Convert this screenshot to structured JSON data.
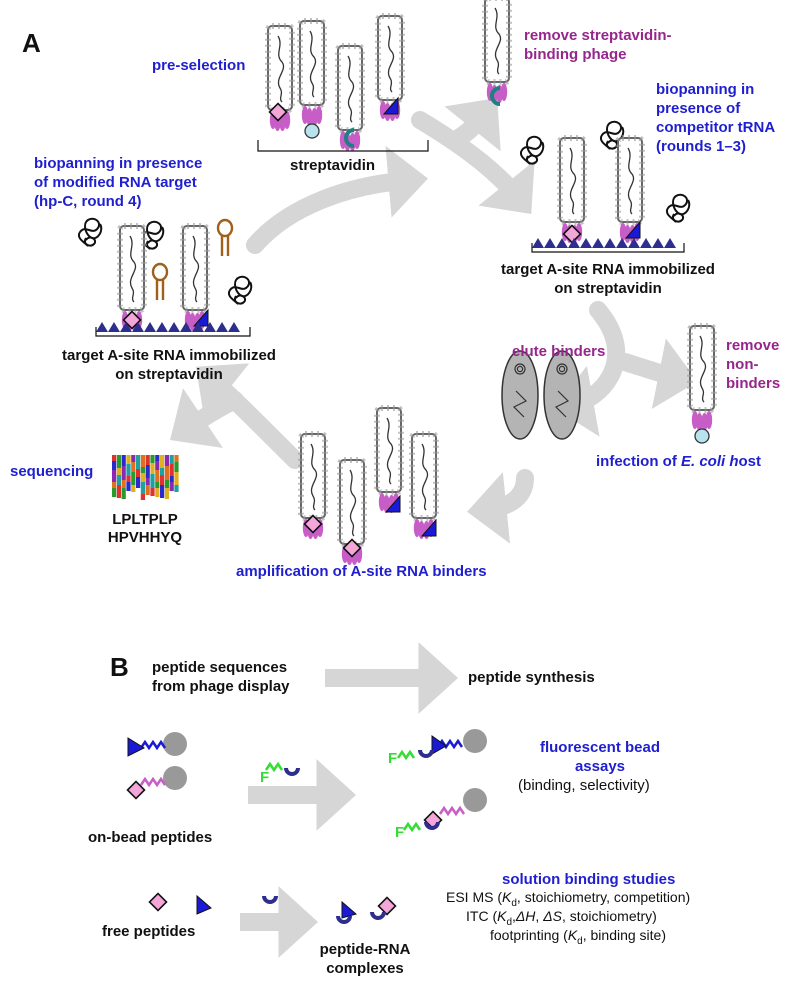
{
  "panels": {
    "a": "A",
    "b": "B"
  },
  "labels": {
    "pre_selection": "pre-selection",
    "streptavidin": "streptavidin",
    "remove_streptavidin": "remove streptavidin-\nbinding phage",
    "biopanning_competitor": "biopanning in\npresence of\ncompetitor tRNA\n(rounds 1–3)",
    "biopanning_modified": "biopanning in presence\nof modified RNA target\n(hp-C, round 4)",
    "target_immobilized_left": "target A-site RNA immobilized\non streptavidin",
    "target_immobilized_right": "target A-site RNA immobilized\non streptavidin",
    "elute_binders": "elute binders",
    "remove_non_binders": "remove\nnon-binders",
    "infection_prefix": "infection of ",
    "infection_species": "E. coli h",
    "infection_suffix": "ost",
    "sequencing": "sequencing",
    "seq1": "LPLTPLP",
    "seq2": "HPVHHYQ",
    "amplification": "amplification of A-site RNA binders"
  },
  "panel_b": {
    "peptide_sequences": "peptide sequences\nfrom phage display",
    "peptide_synthesis": "peptide synthesis",
    "on_bead": "on-bead peptides",
    "fluor_letter": "F",
    "fluorescent_title": "fluorescent bead\nassays",
    "fluorescent_sub": "(binding, selectivity)",
    "free_peptides": "free peptides",
    "complexes": "peptide-RNA\ncomplexes",
    "solution_title": "solution binding studies",
    "esi_pre": "ESI MS  (",
    "esi_post": ", stoichiometry, competition)",
    "itc_pre": "ITC (",
    "itc_mid1": ",",
    "itc_dh": "ΔH",
    "itc_mid2": ", ",
    "itc_ds": "ΔS",
    "itc_post": ", stoichiometry)",
    "foot_pre": "footprinting (",
    "foot_post": ", binding site)",
    "k": "K",
    "d": "d"
  },
  "colors": {
    "blue_text": "#1f1fd0",
    "purple_text": "#96268c",
    "arrow": "#d6d6d6",
    "rna": "#2e2e8e",
    "tail": "#c75ec7",
    "diamond": "#f4a6d8",
    "triangle": "#1a1ad6",
    "fluor": "#33dd33",
    "bead": "#999999",
    "trna_hairpin": "#a0601a"
  }
}
